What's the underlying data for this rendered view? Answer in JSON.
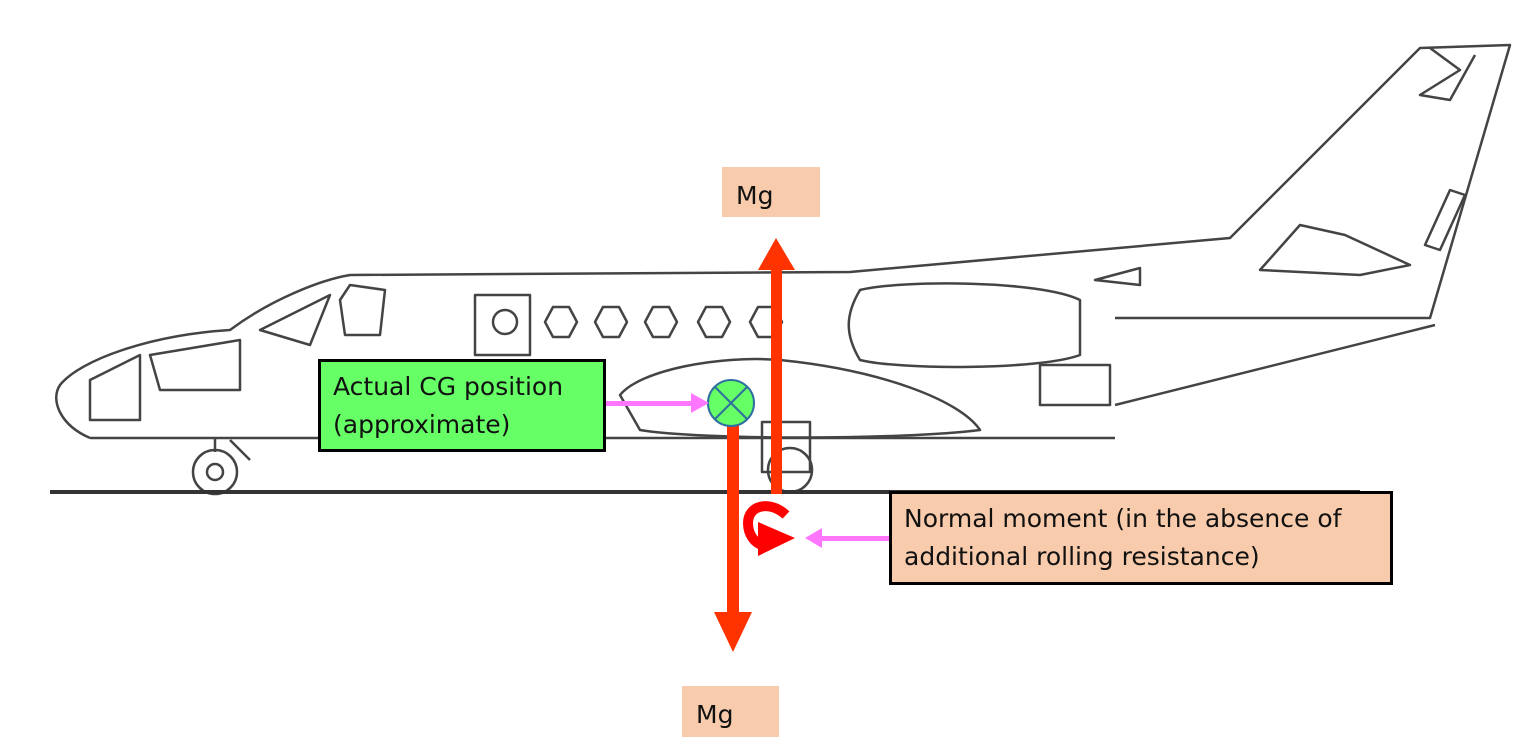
{
  "labels": {
    "mg_top": "Mg",
    "mg_bottom": "Mg",
    "cg_line1": "Actual CG position",
    "cg_line2": "(approximate)",
    "moment_line1": "Normal moment (in the absence of",
    "moment_line2": "additional rolling resistance)"
  },
  "colors": {
    "force_arrow": "#ff3300",
    "moment_arrow": "#ff0000",
    "pointer_arrow": "#ff77ff",
    "cg_fill": "#66ff66",
    "label_fill": "#f8cbad"
  }
}
